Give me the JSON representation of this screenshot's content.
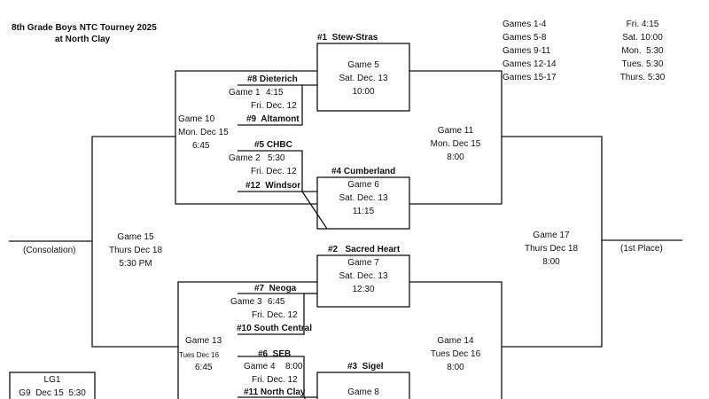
{
  "header": {
    "title": "8th Grade Boys NTC Tourney 2025",
    "venue": "at North Clay"
  },
  "schedule": [
    {
      "games": "Games 1-4",
      "time": "Fri. 4:15"
    },
    {
      "games": "Games 5-8",
      "time": "Sat. 10:00"
    },
    {
      "games": "Games 9-11",
      "time": "Mon.  5:30"
    },
    {
      "games": "Games 12-14",
      "time": "Tues. 5:30"
    },
    {
      "games": "Games 15-17",
      "time": "Thurs. 5:30"
    }
  ],
  "teams": {
    "seed1": "#1  Stew-Stras",
    "seed8": "#8 Dieterich",
    "seed9": "#9  Altamont",
    "seed5": "#5 CHBC",
    "seed12": "#12  Windsor",
    "seed4": "#4 Cumberland",
    "seed2": "#2   Sacred Heart",
    "seed7": "#7  Neoga",
    "seed10": "#10 South Central",
    "seed6": "#6  SEB",
    "seed11": "#11 North Clay",
    "seed3": "#3  Sigel"
  },
  "games": {
    "g1": {
      "name": "Game 1",
      "time": "4:15",
      "date": "Fri. Dec. 12"
    },
    "g2": {
      "name": "Game 2",
      "time": "5:30",
      "date": "Fri. Dec. 12"
    },
    "g3": {
      "name": "Game 3",
      "time": "6:45",
      "date": "Fri. Dec. 12"
    },
    "g4": {
      "name": "Game 4",
      "time": "8:00",
      "date": "Fri. Dec. 12"
    },
    "g5": {
      "name": "Game 5",
      "date": "Sat. Dec. 13",
      "time": "10:00"
    },
    "g6": {
      "name": "Game 6",
      "date": "Sat. Dec. 13",
      "time": "11:15"
    },
    "g7": {
      "name": "Game 7",
      "date": "Sat. Dec. 13",
      "time": "12:30"
    },
    "g8": {
      "name": "Game 8"
    },
    "g10": {
      "name": "Game 10",
      "date": "Mon. Dec 15",
      "time": "6:45"
    },
    "g11": {
      "name": "Game 11",
      "date": "Mon. Dec 15",
      "time": "8:00"
    },
    "g13": {
      "name": "Game 13",
      "date": "Tues Dec 16",
      "time": "6:45"
    },
    "g14": {
      "name": "Game 14",
      "date": "Tues Dec 16",
      "time": "8:00"
    },
    "g15": {
      "name": "Game 15",
      "date": "Thurs Dec 18",
      "time": "5:30 PM"
    },
    "g17": {
      "name": "Game 17",
      "date": "Thurs Dec 18",
      "time": "8:00"
    }
  },
  "labels": {
    "consolation": "(Consolation)",
    "first_place": "(1st Place)"
  },
  "loser_box": {
    "title": "LG1",
    "line": "G9  Dec 15  5:30"
  }
}
